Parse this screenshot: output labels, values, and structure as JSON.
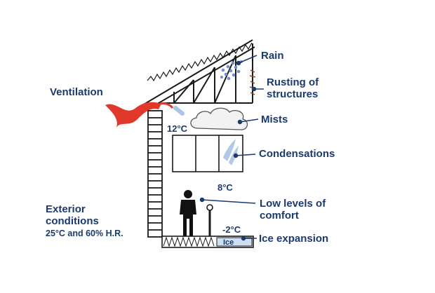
{
  "labels": {
    "rain": "Rain",
    "rusting_line1": "Rusting of",
    "rusting_line2": "structures",
    "ventilation": "Ventilation",
    "mists": "Mists",
    "condensations": "Condensations",
    "low_comfort_line1": "Low levels of",
    "low_comfort_line2": "comfort",
    "exterior_line1": "Exterior",
    "exterior_line2": "conditions",
    "exterior_line3": "25°C and 60% H.R.",
    "ice_expansion": "Ice expansion",
    "ice": "Ice"
  },
  "temperatures": {
    "attic": "12°C",
    "room": "8°C",
    "floor": "-2°C"
  },
  "colors": {
    "label_text": "#1b3a6e",
    "wind_sock": "#e0392b",
    "rain_drops": "#6f8fcf",
    "condensation": "#a9c4e6",
    "rust": "#8a4b2a",
    "ice_fill": "#cfe0f2",
    "line": "#1a1a1a"
  }
}
